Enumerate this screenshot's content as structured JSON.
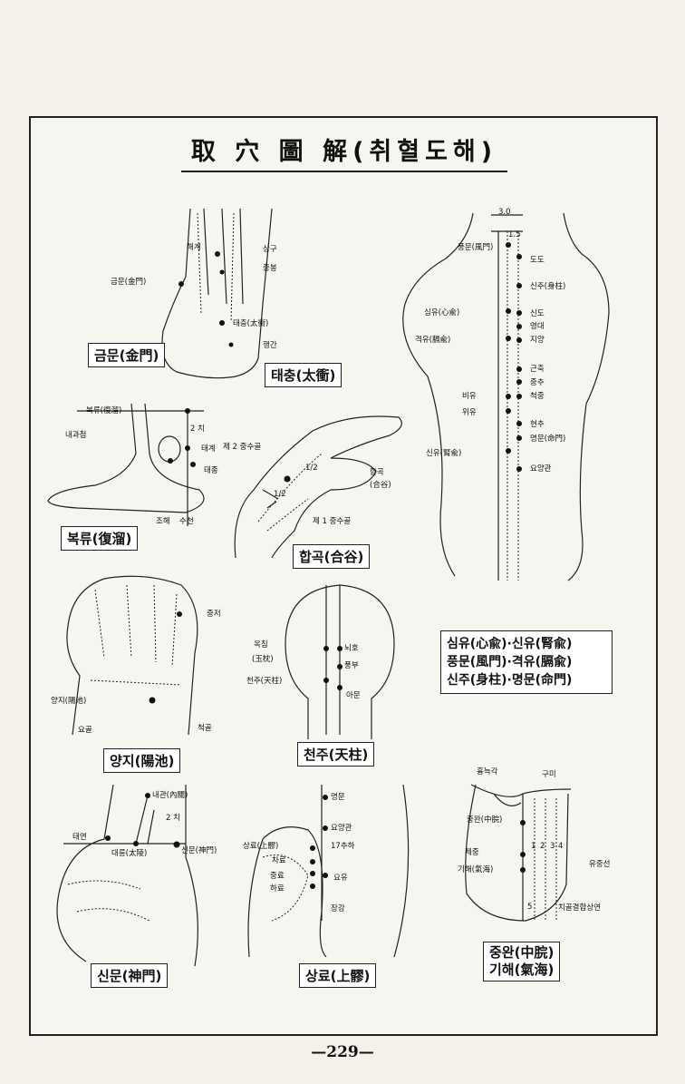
{
  "title": "取 穴 圖 解(취혈도해)",
  "page_number": "—229—",
  "figures": {
    "foot_top": {
      "caption_a": "금문(金門)",
      "caption_b": "태충(太衝)",
      "labels": [
        "해계",
        "상구",
        "중봉",
        "금문(金門)",
        "태충(太衝)",
        "행간"
      ]
    },
    "ankle": {
      "caption": "복류(復溜)",
      "labels": [
        "복류(復溜)",
        "내과첨",
        "2 치",
        "태계",
        "태종",
        "조해",
        "수천"
      ]
    },
    "hand_hegu": {
      "caption": "합곡(合谷)",
      "labels": [
        "제 2 중수골",
        "1/2",
        "1/2",
        "합곡",
        "(合谷)",
        "제 1 중수골"
      ]
    },
    "back": {
      "labels": [
        "3.0",
        "1.5",
        "풍문(風門)",
        "도도",
        "신주(身柱)",
        "심유(心兪)",
        "신도",
        "영대",
        "격유(膈兪)",
        "지양",
        "근축",
        "중추",
        "비유",
        "척중",
        "위유",
        "현추",
        "신유(腎兪)",
        "명문(命門)",
        "요양관"
      ]
    },
    "wrist_back": {
      "caption": "양지(陽池)",
      "labels": [
        "중저",
        "양지(陽池)",
        "요골",
        "척골"
      ]
    },
    "head_back": {
      "caption": "천주(天柱)",
      "labels": [
        "옥침",
        "(玉枕)",
        "뇌호",
        "풍부",
        "천주(天柱)",
        "아문"
      ]
    },
    "wrist_front": {
      "caption": "신문(神門)",
      "labels": [
        "내관(內關)",
        "2 치",
        "태연",
        "대릉(太陵)",
        "신문(神門)"
      ]
    },
    "sacrum": {
      "caption": "상료(上髎)",
      "labels": [
        "명문",
        "요양관",
        "상료(上髎)",
        "17추하",
        "차료",
        "중료",
        "요유",
        "하료",
        "장강"
      ]
    },
    "abdomen": {
      "caption_line1": "중완(中脘)",
      "caption_line2": "기해(氣海)",
      "labels": [
        "흉늑각",
        "구미",
        "중완(中脘)",
        "제중",
        "기해(氣海)",
        "유중선",
        "치골결합상연",
        "1",
        "2",
        "3",
        "4",
        "5"
      ]
    }
  },
  "info_box": {
    "line1": "심유(心兪)·신유(腎兪)",
    "line2": "풍문(風門)·격유(膈兪)",
    "line3": "신주(身柱)·명문(命門)"
  }
}
